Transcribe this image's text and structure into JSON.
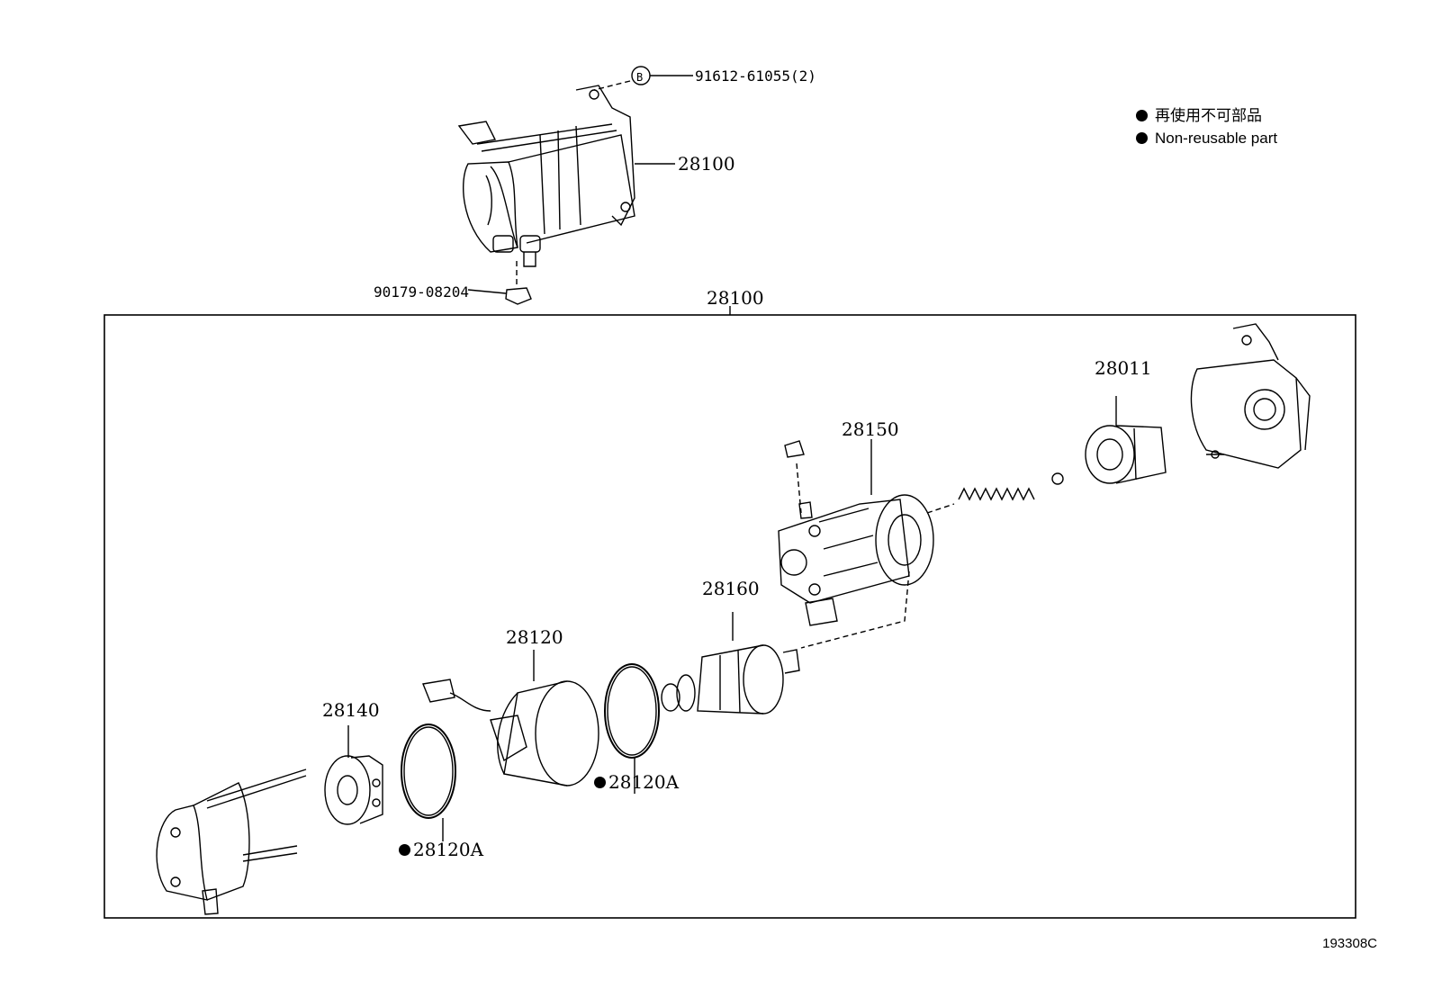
{
  "legend": {
    "jp": "再使用不可部品",
    "en": "Non-reusable part"
  },
  "callouts": {
    "bolt_b_marker": "B",
    "bolt": "91612-61055(2)",
    "starter_top": "28100",
    "nut": "90179-08204",
    "assembly": "28100",
    "drive": "28011",
    "switch": "28150",
    "armature": "28160",
    "yoke": "28120",
    "brush_holder": "28140",
    "oring_a": "28120A",
    "oring_b": "28120A"
  },
  "diagram_code": "193308C"
}
